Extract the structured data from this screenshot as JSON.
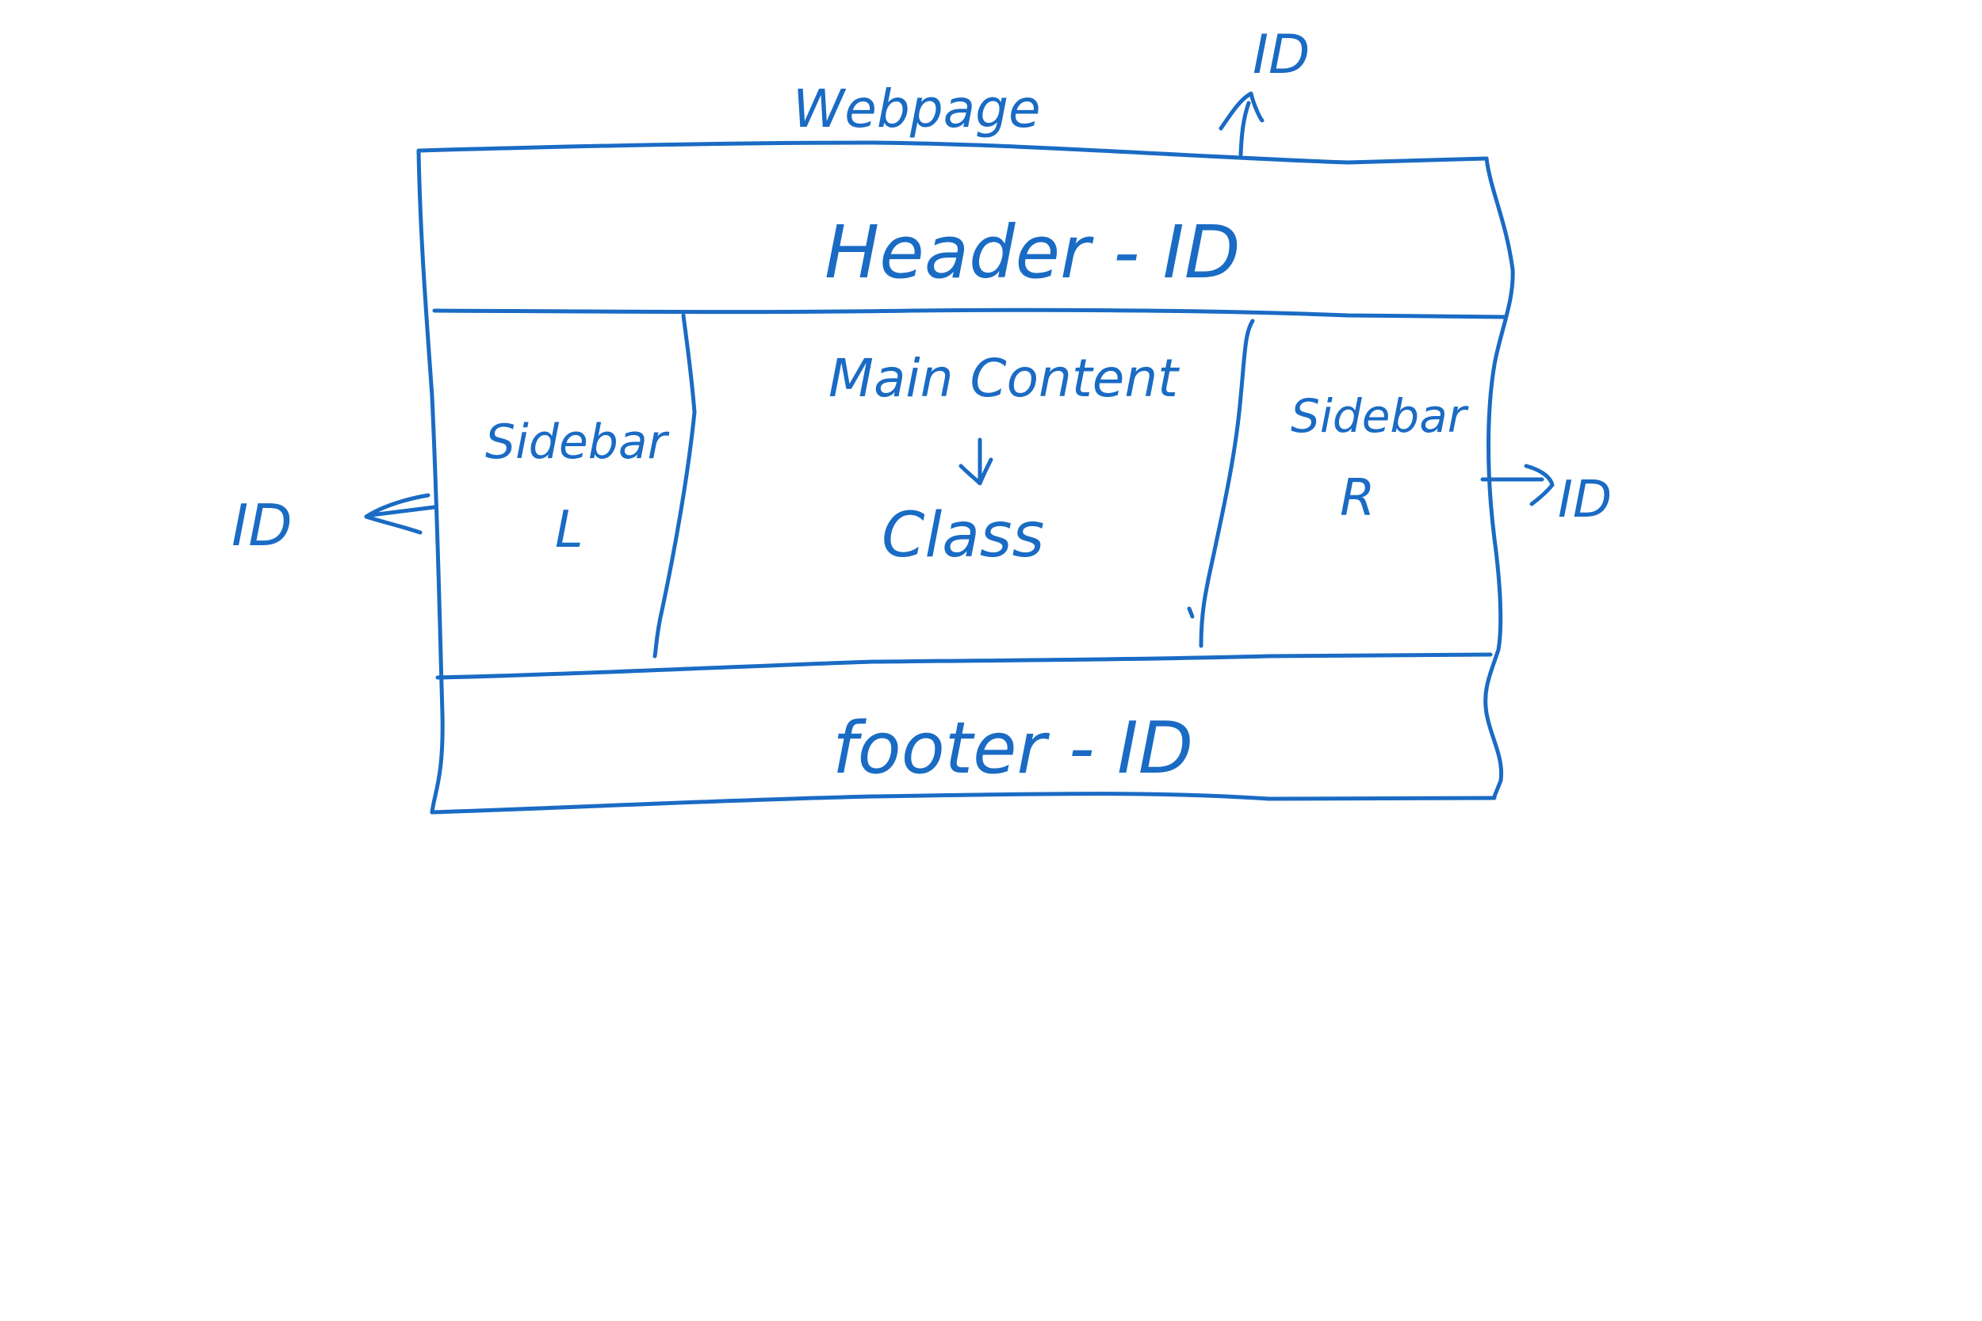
{
  "palette": {
    "ink": "#1a6bc4",
    "background": "#ffffff"
  },
  "diagram": {
    "title": "Webpage",
    "header": {
      "label": "Header - ID",
      "annotation": "ID"
    },
    "sidebar_left": {
      "label_line1": "Sidebar",
      "label_line2": "L",
      "annotation": "ID"
    },
    "main_content": {
      "label": "Main Content",
      "annotation": "Class"
    },
    "sidebar_right": {
      "label_line1": "Sidebar",
      "label_line2": "R",
      "annotation": "ID"
    },
    "footer": {
      "label": "footer - ID"
    }
  }
}
